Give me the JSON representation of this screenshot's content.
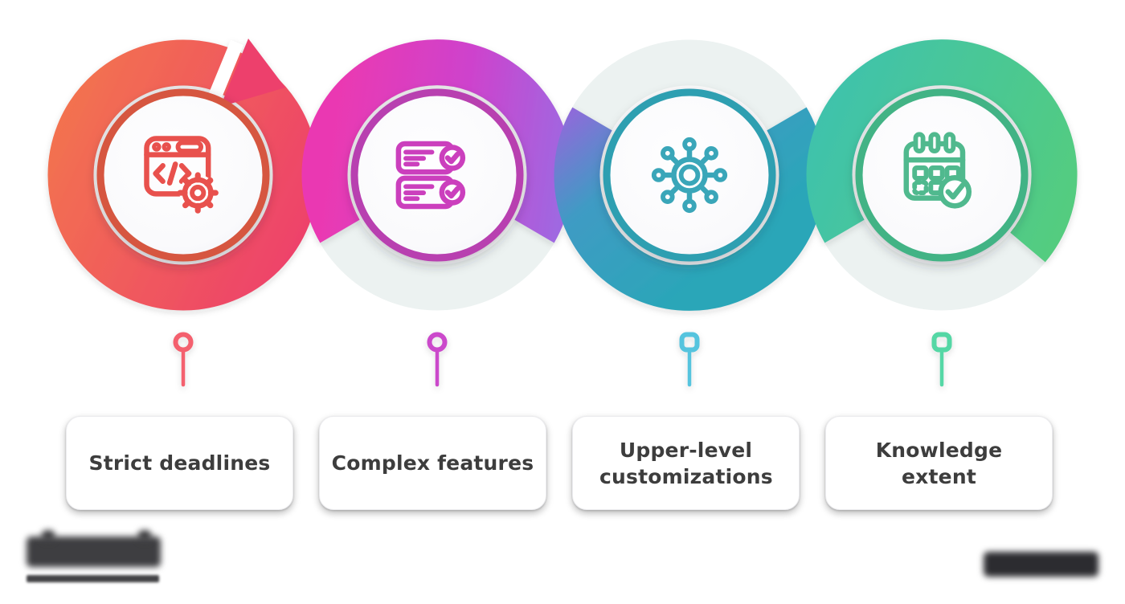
{
  "steps": [
    {
      "label": "Strict deadlines",
      "icon": "browser-code-gear-icon",
      "band_gradient": [
        "#f3744e",
        "#ed3f6c"
      ],
      "rim_color": "#d6573f",
      "icon_color": "#e8514d",
      "stem_color": "#f4606e",
      "marker_shape": "circle"
    },
    {
      "label": "Complex features",
      "icon": "checklist-check-icon",
      "band_gradient": [
        "#ea39b2",
        "#cd43cd",
        "#9f68e1"
      ],
      "rim_color": "#b83fb0",
      "icon_color": "#cb3fbd",
      "stem_color": "#cb49cb",
      "marker_shape": "circle"
    },
    {
      "label": "Upper-level customizations",
      "icon": "network-hub-icon",
      "band_gradient": [
        "#9b63dd",
        "#3f9bc4",
        "#2aa6b8"
      ],
      "rim_color": "#2f9fb1",
      "icon_color": "#3aa6b9",
      "stem_color": "#57c4de",
      "marker_shape": "square"
    },
    {
      "label": "Knowledge extent",
      "icon": "calendar-check-icon",
      "band_gradient": [
        "#3fc2ad",
        "#55cd7c"
      ],
      "rim_color": "#43b385",
      "icon_color": "#50b98e",
      "stem_color": "#55d7a5",
      "marker_shape": "square"
    }
  ],
  "ribbon": {
    "pale_color": "#ecf2f1",
    "direction": "left-to-right",
    "first_node_has_arrowhead": true
  },
  "card": {
    "text_color": "#3d3d3d",
    "background": "#ffffff"
  },
  "footer": {
    "left_logo": "(blurred)",
    "right_logo": "(blurred)"
  }
}
